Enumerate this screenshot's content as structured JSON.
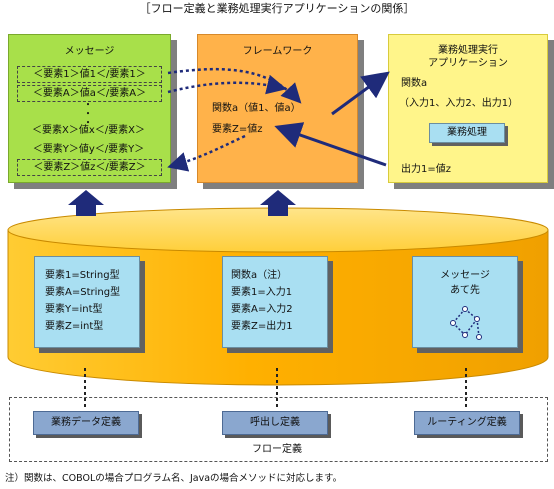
{
  "title": "［フロー定義と業務処理実行アプリケーションの関係］",
  "message_box": {
    "title": "メッセージ",
    "rows": [
      "＜要素1＞値1＜/要素1＞",
      "＜要素A＞値a＜/要素A＞",
      "＜要素X＞値x＜/要素X＞",
      "＜要素Y＞値y＜/要素Y＞",
      "＜要素Z＞値z＜/要素Z＞"
    ],
    "ellipsis": "・\n・\n・"
  },
  "framework_box": {
    "title": "フレームワーク",
    "line1": "関数a（値1、値a）",
    "line2": "要素Z=値z"
  },
  "app_box": {
    "title_line1": "業務処理実行",
    "title_line2": "アプリケーション",
    "func": "関数a",
    "params": "（入力1、入力2、出力1）",
    "process": "業務処理",
    "output": "出力1=値z"
  },
  "cylinder": {
    "card1": [
      "要素1=String型",
      "要素A=String型",
      "要素Y=int型",
      "要素Z=int型"
    ],
    "card2": [
      "関数a（注）",
      "要素1=入力1",
      "要素A=入力2",
      "要素Z=出力1"
    ],
    "card3": [
      "メッセージ",
      "あて先"
    ]
  },
  "flow": {
    "btn1": "業務データ定義",
    "btn2": "呼出し定義",
    "btn3": "ルーティング定義",
    "label": "フロー定義"
  },
  "note": "注）関数は、COBOLの場合プログラム名、Javaの場合メソッドに対応します。",
  "colors": {
    "message": "#a8e04a",
    "framework": "#ffb24a",
    "application": "#fff58a",
    "cylinder": "#ffb400",
    "card": "#a9dff2",
    "arrow": "#1f2b7a"
  }
}
